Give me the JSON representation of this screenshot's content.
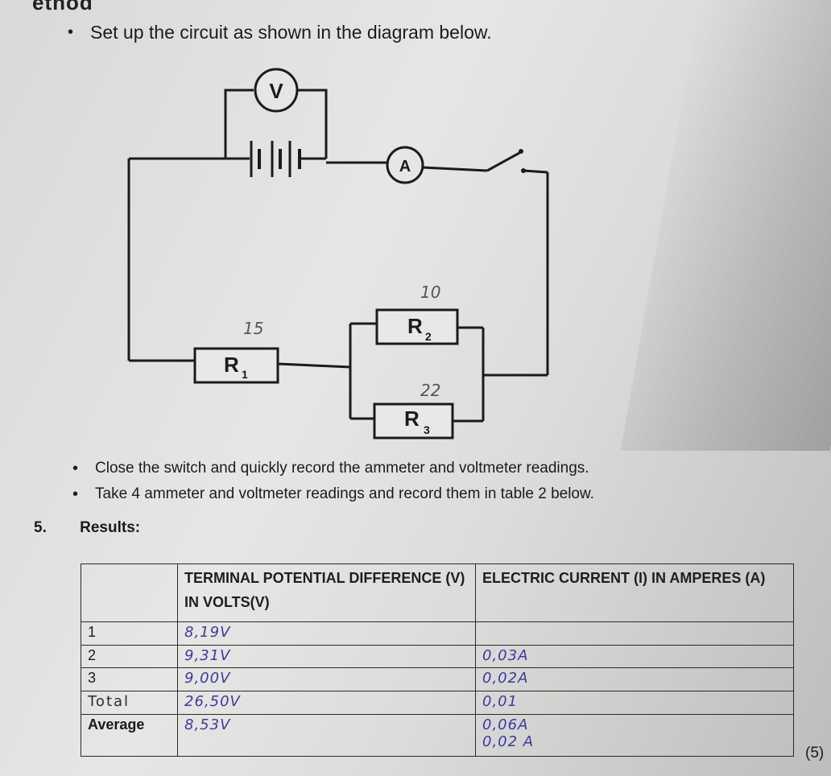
{
  "header_fragment": "ethod",
  "instructions": {
    "step1": "Set up the circuit as shown in the diagram below.",
    "step2": "Close the switch and quickly record the ammeter and voltmeter readings.",
    "step3": "Take 4 ammeter and voltmeter readings and record them in table 2 below."
  },
  "circuit": {
    "voltmeter_label": "V",
    "ammeter_label": "A",
    "r1": {
      "letter": "R",
      "sub": "1",
      "handwritten_value": "15"
    },
    "r2": {
      "letter": "R",
      "sub": "2",
      "handwritten_value": "10"
    },
    "r3": {
      "letter": "R",
      "sub": "3",
      "handwritten_value": "22"
    }
  },
  "section": {
    "number": "5.",
    "title": "Results:"
  },
  "table": {
    "headers": [
      "",
      "TERMINAL POTENTIAL DIFFERENCE (V) IN VOLTS(V)",
      "ELECTRIC CURRENT (I) IN AMPERES (A)"
    ],
    "rows": [
      {
        "label": "1",
        "voltage": "8,19V",
        "current": ""
      },
      {
        "label": "2",
        "voltage": "9,31V",
        "current": "0,03A"
      },
      {
        "label": "3",
        "voltage": "9,00V",
        "current": "0,02A"
      },
      {
        "label": "Total",
        "voltage": "26,50V",
        "current": "0,01"
      },
      {
        "label": "Average",
        "voltage": "8,53V",
        "current": "0,06A"
      }
    ],
    "extra_current": "0,02 A"
  },
  "marks": "(5)",
  "colors": {
    "ink": "#3c3a9e",
    "print": "#1a1a1a",
    "paper": "#e3e3e1"
  }
}
